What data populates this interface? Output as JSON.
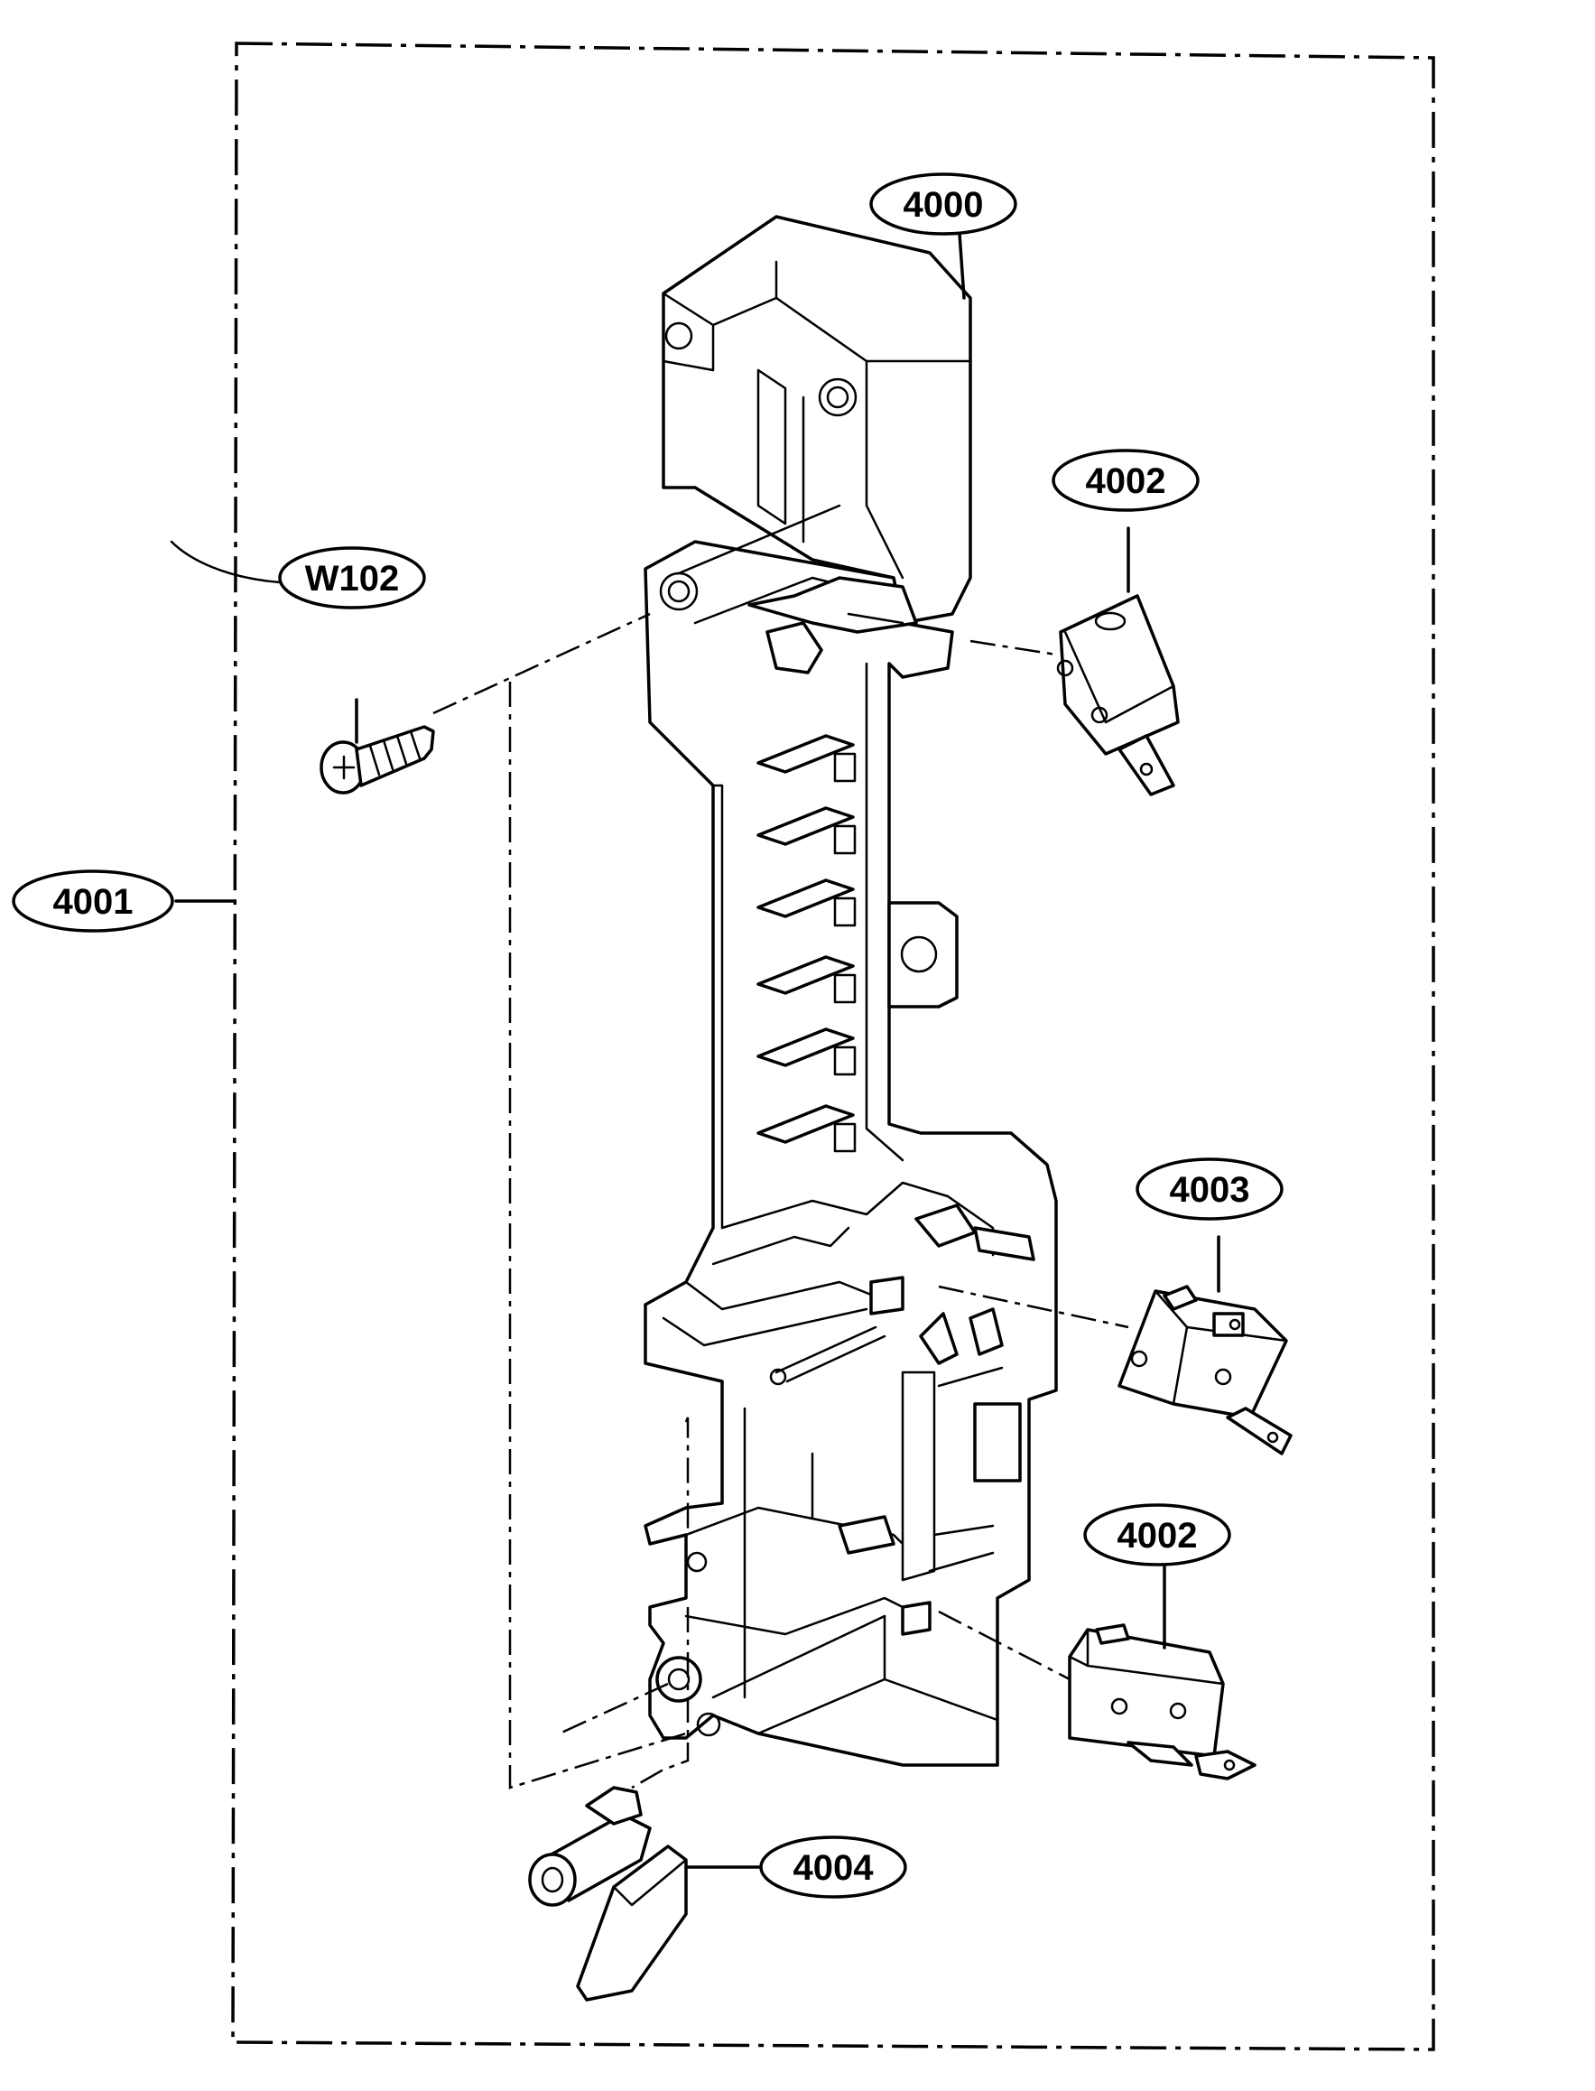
{
  "callouts": {
    "part_4000": "4000",
    "part_4001": "4001",
    "part_4002_top": "4002",
    "part_4002_bottom": "4002",
    "part_4003": "4003",
    "part_4004": "4004",
    "part_w102": "W102"
  }
}
